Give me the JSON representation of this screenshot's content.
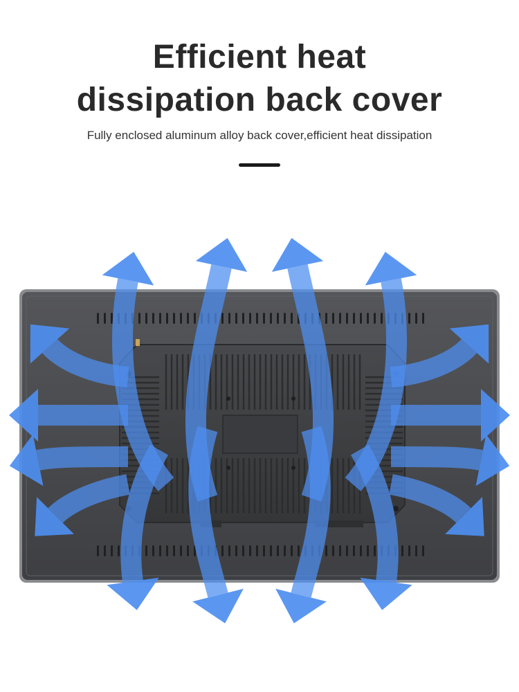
{
  "heading": {
    "title_line1": "Efficient heat",
    "title_line2": "dissipation back cover",
    "subtitle": "Fully enclosed aluminum alloy back cover,efficient heat dissipation"
  },
  "illustration": {
    "subject": "monitor-back-cover-with-heatsink",
    "arrow_icon": "airflow-arrow-icon",
    "colors": {
      "arrow": "#4e8ff0",
      "panel": "#4a4b4e",
      "panel_edge": "#8a8b8e",
      "heatsink": "#3f4043",
      "fin": "#2b2c2e"
    }
  }
}
